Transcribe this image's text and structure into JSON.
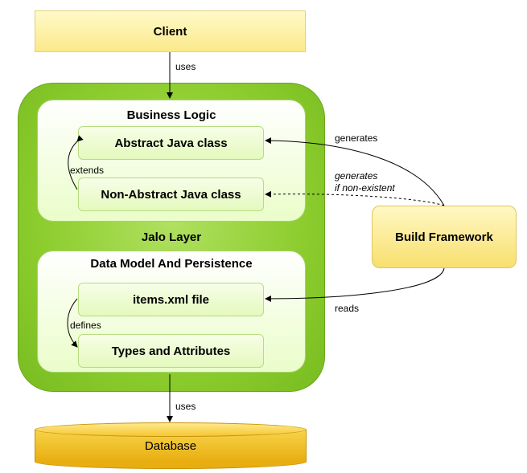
{
  "client": {
    "label": "Client"
  },
  "jalo_layer": {
    "label": "Jalo Layer"
  },
  "business_logic": {
    "title": "Business Logic",
    "abstract_class": "Abstract Java class",
    "non_abstract_class": "Non-Abstract Java class",
    "relation": "extends"
  },
  "data_model": {
    "title": "Data Model And Persistence",
    "items_file": "items.xml file",
    "types": "Types and Attributes",
    "relation": "defines"
  },
  "build_framework": {
    "label": "Build Framework"
  },
  "database": {
    "label": "Database"
  },
  "edges": {
    "client_uses": "uses",
    "db_uses": "uses",
    "generates": "generates",
    "generates_if_line1": "generates",
    "generates_if_line2": "if non-existent",
    "reads": "reads"
  },
  "colors": {
    "jalo_green": "#8dcd2e",
    "yellow_box": "#fbe98a",
    "database_gold": "#e8ad10"
  }
}
